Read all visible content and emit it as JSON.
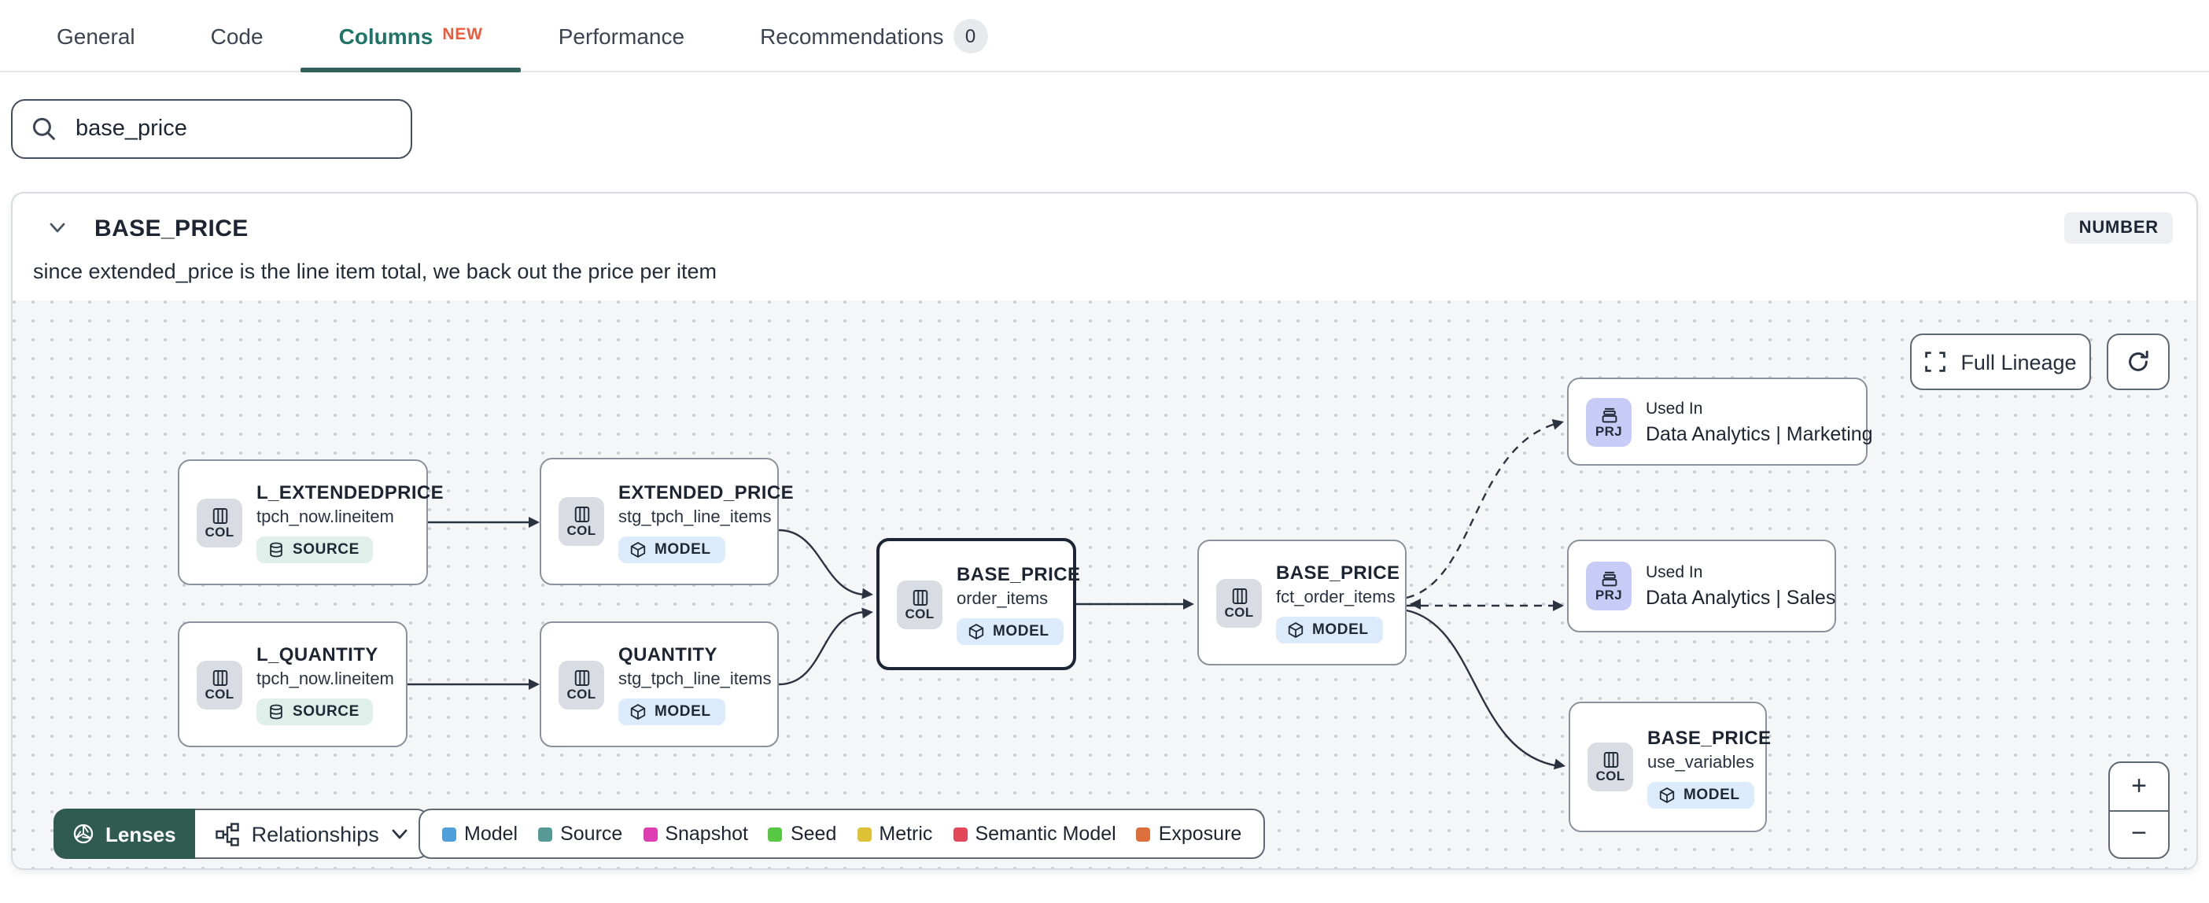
{
  "tabs": {
    "items": [
      {
        "label": "General"
      },
      {
        "label": "Code"
      },
      {
        "label": "Columns",
        "badge": "NEW"
      },
      {
        "label": "Performance"
      },
      {
        "label": "Recommendations",
        "count": "0"
      }
    ]
  },
  "search": {
    "value": "base_price"
  },
  "column": {
    "name": "BASE_PRICE",
    "data_type": "NUMBER",
    "description": "since extended_price is the line item total, we back out the price per item"
  },
  "lineage": {
    "controls": {
      "full_lineage": "Full Lineage",
      "lenses": "Lenses",
      "relationships": "Relationships",
      "zoom_in": "+",
      "zoom_out": "−"
    },
    "legend": [
      {
        "label": "Model",
        "color": "#4f9fda"
      },
      {
        "label": "Source",
        "color": "#579a95"
      },
      {
        "label": "Snapshot",
        "color": "#df3eb2"
      },
      {
        "label": "Seed",
        "color": "#57c843"
      },
      {
        "label": "Metric",
        "color": "#ddc238"
      },
      {
        "label": "Semantic Model",
        "color": "#e2485a"
      },
      {
        "label": "Exposure",
        "color": "#dc6f3c"
      }
    ],
    "nodes": [
      {
        "kind": "COL",
        "title": "L_EXTENDEDPRICE",
        "subtitle": "tpch_now.lineitem",
        "badge": "SOURCE"
      },
      {
        "kind": "COL",
        "title": "EXTENDED_PRICE",
        "subtitle": "stg_tpch_line_items",
        "badge": "MODEL"
      },
      {
        "kind": "COL",
        "title": "L_QUANTITY",
        "subtitle": "tpch_now.lineitem",
        "badge": "SOURCE"
      },
      {
        "kind": "COL",
        "title": "QUANTITY",
        "subtitle": "stg_tpch_line_items",
        "badge": "MODEL"
      },
      {
        "kind": "COL",
        "title": "BASE_PRICE",
        "subtitle": "order_items",
        "badge": "MODEL"
      },
      {
        "kind": "COL",
        "title": "BASE_PRICE",
        "subtitle": "fct_order_items",
        "badge": "MODEL"
      },
      {
        "kind": "PRJ",
        "title": "Used In",
        "subtitle": "Data Analytics | Marketing"
      },
      {
        "kind": "PRJ",
        "title": "Used In",
        "subtitle": "Data Analytics | Sales"
      },
      {
        "kind": "COL",
        "title": "BASE_PRICE",
        "subtitle": "use_variables",
        "badge": "MODEL"
      }
    ]
  }
}
